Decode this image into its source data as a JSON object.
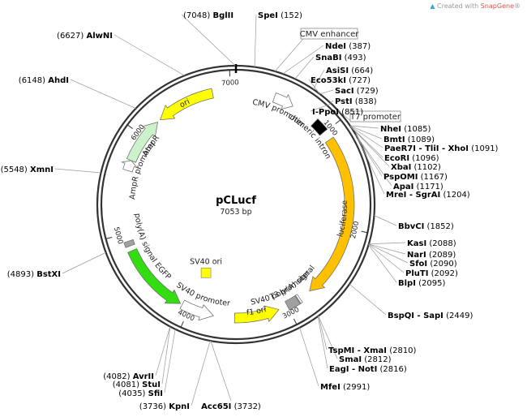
{
  "app": {
    "credit_prefix": "Created with ",
    "credit_brand": "SnapGene",
    "credit_suffix": "®",
    "logo_icon": "snapgene-logo-icon"
  },
  "plasmid": {
    "name": "pCLucf",
    "length_text": "7053 bp",
    "length": 7053
  },
  "ticks": [
    {
      "label": "1000",
      "pos": 1000
    },
    {
      "label": "2000",
      "pos": 2000
    },
    {
      "label": "3000",
      "pos": 3000
    },
    {
      "label": "4000",
      "pos": 4000
    },
    {
      "label": "5000",
      "pos": 5000
    },
    {
      "label": "6000",
      "pos": 6000
    },
    {
      "label": "7000",
      "pos": 7000
    }
  ],
  "features": [
    {
      "name": "ori",
      "start": 6233,
      "end": 6820,
      "strand": -1,
      "color": "#ffff00",
      "type": "arrow",
      "label_mode": "inside"
    },
    {
      "name": "CMV promoter",
      "start": 387,
      "end": 590,
      "strand": 1,
      "color": "#ffffff",
      "type": "arrow",
      "label_mode": "path-below"
    },
    {
      "name": "chimeric intron",
      "start": 857,
      "end": 990,
      "strand": 1,
      "color": "#000000",
      "type": "bar",
      "label_mode": "path-below"
    },
    {
      "name": "luciferase",
      "start": 1085,
      "end": 2735,
      "strand": 1,
      "color": "#ffc000",
      "type": "arrow",
      "label_mode": "inside"
    },
    {
      "name": "T3 promoter",
      "start": 2855,
      "end": 2875,
      "strand": 1,
      "color": "#ffffff",
      "type": "bar",
      "label_mode": "path-above"
    },
    {
      "name": "SV40 poly(A) signal",
      "start": 2880,
      "end": 3000,
      "strand": 1,
      "color": "#a0a0a0",
      "type": "bar",
      "label_mode": "path-above"
    },
    {
      "name": "f1 ori",
      "start": 3090,
      "end": 3540,
      "strand": -1,
      "color": "#ffff00",
      "type": "arrow",
      "label_mode": "inside"
    },
    {
      "name": "SV40 promoter",
      "start": 3750,
      "end": 4080,
      "strand": -1,
      "color": "#ffffff",
      "type": "arrow",
      "label_mode": "path-above"
    },
    {
      "name": "EGFP",
      "start": 4100,
      "end": 4820,
      "strand": -1,
      "color": "#33dd11",
      "type": "arrow",
      "label_mode": "path-above"
    },
    {
      "name": "poly(A) signal",
      "start": 4870,
      "end": 4920,
      "strand": 1,
      "color": "#a0a0a0",
      "type": "bar",
      "label_mode": "path-above"
    },
    {
      "name": "AmpR promoter",
      "start": 5630,
      "end": 5735,
      "strand": 1,
      "color": "#ffffff",
      "type": "arrow",
      "label_mode": "path-below"
    },
    {
      "name": "AmpR",
      "start": 5735,
      "end": 6200,
      "strand": 1,
      "color": "#ccf2cc",
      "type": "arrow",
      "label_mode": "path-below"
    },
    {
      "name": "SV40 ori",
      "start": 3930,
      "end": 4050,
      "strand": 0,
      "color": "#ffff00",
      "type": "bar",
      "label_mode": "inside-ring"
    }
  ],
  "feature_boxes": [
    {
      "label": "CMV enhancer",
      "name": "cmv-enhancer-label"
    },
    {
      "label": "T7 promoter",
      "name": "t7-promoter-label"
    }
  ],
  "sites": [
    {
      "name": "BglII",
      "pos_text": "(7048)",
      "order": "pos-first"
    },
    {
      "name": "SpeI",
      "pos_text": "(152)",
      "order": "name-first"
    },
    {
      "name": "NdeI",
      "pos_text": "(387)",
      "order": "name-first"
    },
    {
      "name": "SnaBI",
      "pos_text": "(493)",
      "order": "name-first"
    },
    {
      "name": "AsiSI",
      "pos_text": "(664)",
      "order": "name-first"
    },
    {
      "name": "Eco53kI",
      "pos_text": "(727)",
      "order": "name-first"
    },
    {
      "name": "SacI",
      "pos_text": "(729)",
      "order": "name-first"
    },
    {
      "name": "PstI",
      "pos_text": "(838)",
      "order": "name-first"
    },
    {
      "name": "I-PpoI",
      "pos_text": "(851)",
      "order": "name-first"
    },
    {
      "name": "NheI",
      "pos_text": "(1085)",
      "order": "name-first"
    },
    {
      "name": "BmtI",
      "pos_text": "(1089)",
      "order": "name-first"
    },
    {
      "name": "PaeR7I - TliI - XhoI",
      "pos_text": "(1091)",
      "order": "name-first"
    },
    {
      "name": "EcoRI",
      "pos_text": "(1096)",
      "order": "name-first"
    },
    {
      "name": "XbaI",
      "pos_text": "(1102)",
      "order": "name-first"
    },
    {
      "name": "PspOMI",
      "pos_text": "(1167)",
      "order": "name-first"
    },
    {
      "name": "ApaI",
      "pos_text": "(1171)",
      "order": "name-first"
    },
    {
      "name": "MreI - SgrAI",
      "pos_text": "(1204)",
      "order": "name-first"
    },
    {
      "name": "BbvCI",
      "pos_text": "(1852)",
      "order": "name-first"
    },
    {
      "name": "KasI",
      "pos_text": "(2088)",
      "order": "name-first"
    },
    {
      "name": "NarI",
      "pos_text": "(2089)",
      "order": "name-first"
    },
    {
      "name": "SfoI",
      "pos_text": "(2090)",
      "order": "name-first"
    },
    {
      "name": "PluTI",
      "pos_text": "(2092)",
      "order": "name-first"
    },
    {
      "name": "BlpI",
      "pos_text": "(2095)",
      "order": "name-first"
    },
    {
      "name": "BspQI - SapI",
      "pos_text": "(2449)",
      "order": "name-first"
    },
    {
      "name": "TspMI - XmaI",
      "pos_text": "(2810)",
      "order": "name-first"
    },
    {
      "name": "SmaI",
      "pos_text": "(2812)",
      "order": "name-first"
    },
    {
      "name": "EagI - NotI",
      "pos_text": "(2816)",
      "order": "name-first"
    },
    {
      "name": "MfeI",
      "pos_text": "(2991)",
      "order": "name-first"
    },
    {
      "name": "Acc65I",
      "pos_text": "(3732)",
      "order": "name-first"
    },
    {
      "name": "KpnI",
      "pos_text": "(3736)",
      "order": "pos-first"
    },
    {
      "name": "SfiI",
      "pos_text": "(4035)",
      "order": "pos-first"
    },
    {
      "name": "StuI",
      "pos_text": "(4081)",
      "order": "pos-first"
    },
    {
      "name": "AvrII",
      "pos_text": "(4082)",
      "order": "pos-first"
    },
    {
      "name": "BstXI",
      "pos_text": "(4893)",
      "order": "pos-first"
    },
    {
      "name": "XmnI",
      "pos_text": "(5548)",
      "order": "pos-first"
    },
    {
      "name": "AhdI",
      "pos_text": "(6148)",
      "order": "pos-first"
    },
    {
      "name": "AlwNI",
      "pos_text": "(6627)",
      "order": "pos-first"
    }
  ]
}
